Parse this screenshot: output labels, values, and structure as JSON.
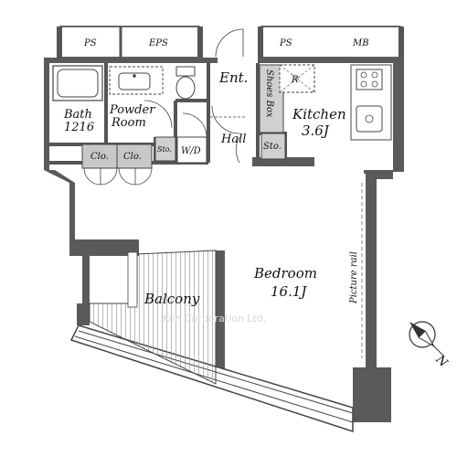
{
  "labels": {
    "ps_left": "PS",
    "eps": "EPS",
    "ps_right": "PS",
    "mb": "MB",
    "bath_1": "Bath",
    "bath_2": "1216",
    "powder_1": "Powder",
    "powder_2": "Room",
    "ent": "Ent.",
    "shoes_box": "Shoes Box",
    "refrigerator": "R",
    "kitchen_1": "Kitchen",
    "kitchen_2": "3.6J",
    "hall": "Hall",
    "sto_1": "Sto.",
    "sto_2": "Sto.",
    "wd": "W/D",
    "clo_1": "Clo.",
    "clo_2": "Clo.",
    "bedroom_1": "Bedroom",
    "bedroom_2": "16.1J",
    "balcony": "Balcony",
    "picture_rail": "Picture rail",
    "watermark": "Ken Corporation Ltd.",
    "north": "N"
  }
}
